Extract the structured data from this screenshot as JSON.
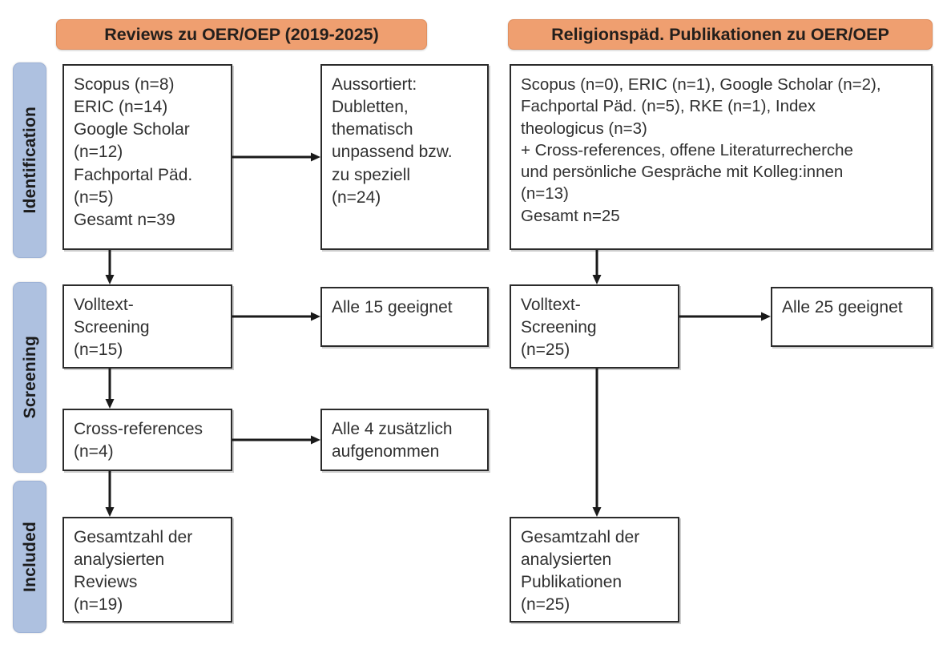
{
  "figure": {
    "type": "prisma-flow-diagram",
    "language": "de"
  },
  "phases": [
    {
      "id": "identification",
      "label": "Identification"
    },
    {
      "id": "screening",
      "label": "Screening"
    },
    {
      "id": "included",
      "label": "Included"
    }
  ],
  "columns": [
    {
      "id": "reviews",
      "header": "Reviews zu OER/OEP (2019-2025)"
    },
    {
      "id": "publikationen",
      "header": "Religionspäd. Publikationen zu OER/OEP"
    }
  ],
  "colors": {
    "header_orange": "#ef9f70",
    "phase_blue": "#aec1e0",
    "box_border": "#2b2b2b",
    "text": "#303030"
  },
  "boxes": {
    "left_identification": {
      "name": "Quellen linke Spalte",
      "lines": [
        "Scopus (n=8)",
        "ERIC (n=14)",
        "Google Scholar",
        "(n=12)",
        "Fachportal Päd.",
        "(n=5)",
        "Gesamt n=39"
      ]
    },
    "left_excluded": {
      "name": "Aussortiert",
      "lines": [
        "Aussortiert:",
        "Dubletten,",
        "thematisch",
        "unpassend bzw.",
        "zu speziell",
        "(n=24)"
      ]
    },
    "right_identification": {
      "name": "Quellen rechte Spalte",
      "lines": [
        "Scopus (n=0), ERIC (n=1), Google Scholar (n=2),",
        "Fachportal Päd. (n=5), RKE (n=1), Index",
        "theologicus (n=3)",
        "+ Cross-references, offene Literaturrecherche",
        "und persönliche Gespräche mit Kolleg:innen",
        "(n=13)",
        "Gesamt n=25"
      ]
    },
    "left_screening": {
      "name": "Volltext-Screening links",
      "lines": [
        "Volltext-",
        "Screening",
        "(n=15)"
      ]
    },
    "left_screening_result": {
      "name": "Screening Ergebnis links",
      "lines": [
        "Alle 15 geeignet"
      ]
    },
    "right_screening": {
      "name": "Volltext-Screening rechts",
      "lines": [
        "Volltext-",
        "Screening",
        "(n=25)"
      ]
    },
    "right_screening_result": {
      "name": "Screening Ergebnis rechts",
      "lines": [
        "Alle 25 geeignet"
      ]
    },
    "left_crossref": {
      "name": "Cross-references",
      "lines": [
        "Cross-references",
        "(n=4)"
      ]
    },
    "left_crossref_result": {
      "name": "Cross-references Ergebnis",
      "lines": [
        "Alle 4 zusätzlich",
        "aufgenommen"
      ]
    },
    "left_included": {
      "name": "Gesamtzahl Reviews",
      "lines": [
        "Gesamtzahl der",
        "analysierten",
        "Reviews",
        "(n=19)"
      ]
    },
    "right_included": {
      "name": "Gesamtzahl Publikationen",
      "lines": [
        "Gesamtzahl der",
        "analysierten",
        "Publikationen",
        "(n=25)"
      ]
    }
  },
  "flow_data": {
    "left_column": {
      "sources": [
        {
          "name": "Scopus",
          "n": 8
        },
        {
          "name": "ERIC",
          "n": 14
        },
        {
          "name": "Google Scholar",
          "n": 12
        },
        {
          "name": "Fachportal Päd.",
          "n": 5
        }
      ],
      "total_identified": 39,
      "excluded": 24,
      "fulltext_screened": 15,
      "fulltext_eligible": 15,
      "cross_references": 4,
      "cross_references_added": 4,
      "included": 19
    },
    "right_column": {
      "sources": [
        {
          "name": "Scopus",
          "n": 0
        },
        {
          "name": "ERIC",
          "n": 1
        },
        {
          "name": "Google Scholar",
          "n": 2
        },
        {
          "name": "Fachportal Päd.",
          "n": 5
        },
        {
          "name": "RKE",
          "n": 1
        },
        {
          "name": "Index theologicus",
          "n": 3
        },
        {
          "name": "Cross-references, offene Literaturrecherche und persönliche Gespräche mit Kolleg:innen",
          "n": 13
        }
      ],
      "total_identified": 25,
      "fulltext_screened": 25,
      "fulltext_eligible": 25,
      "included": 25
    }
  }
}
